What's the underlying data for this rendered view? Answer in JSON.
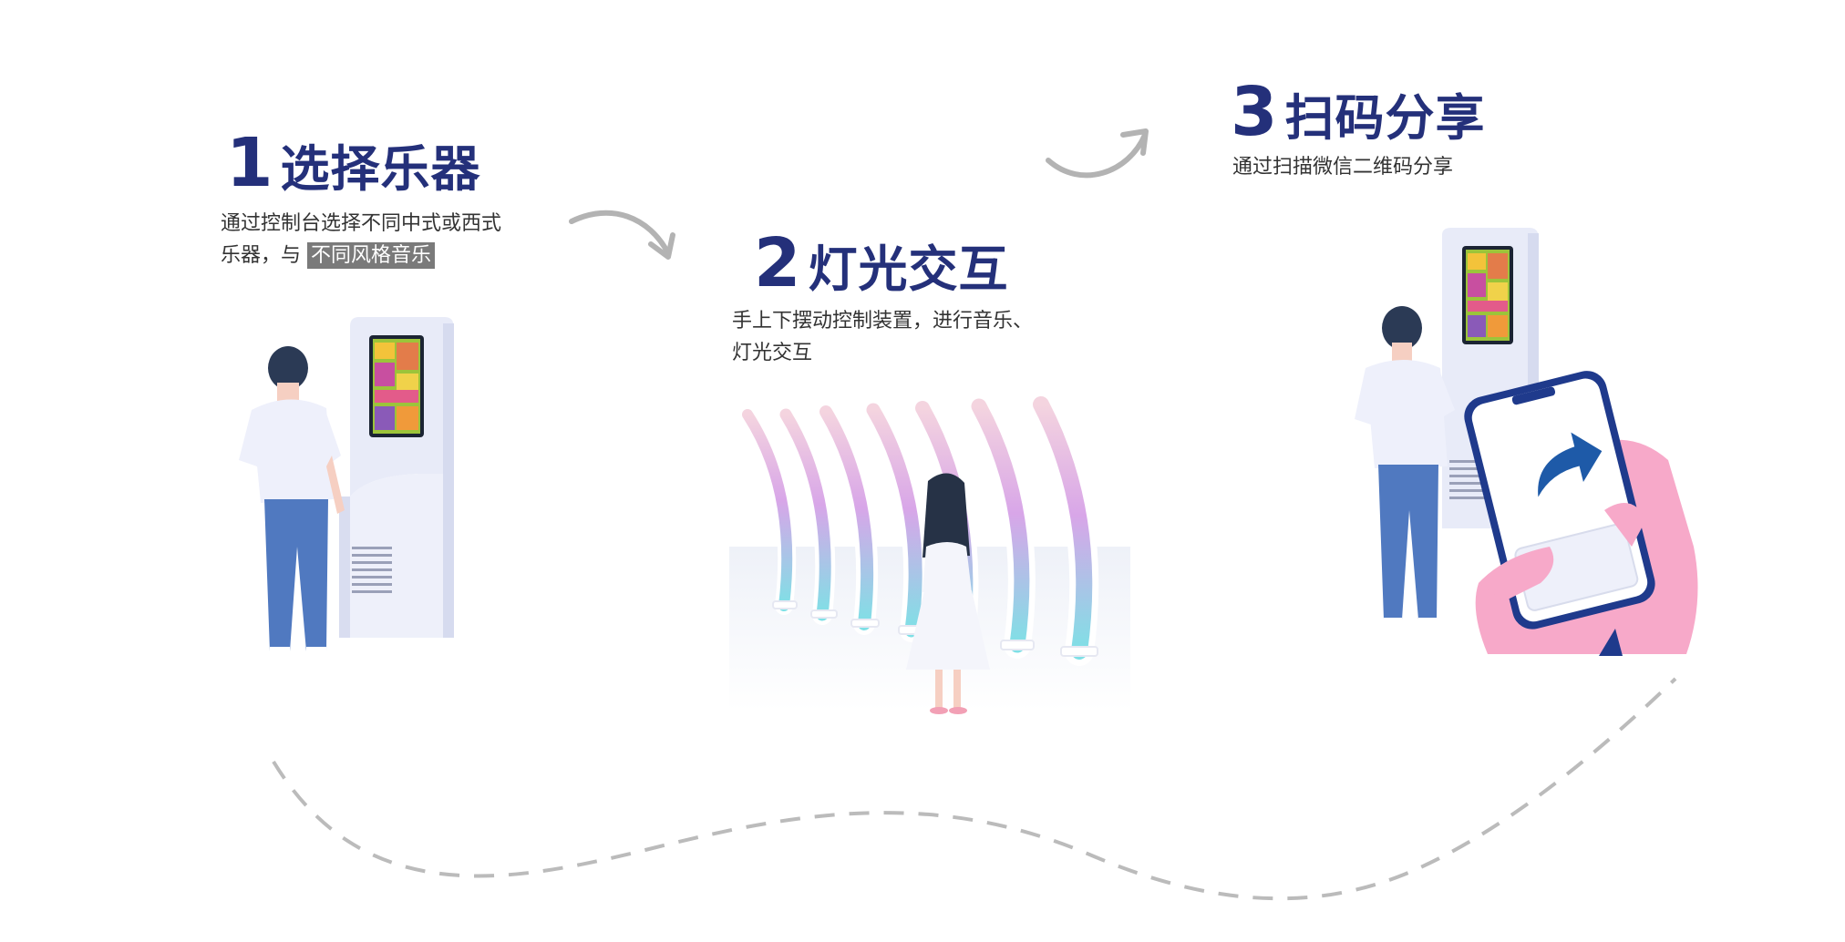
{
  "steps": [
    {
      "number": "1",
      "title": "选择乐器",
      "desc_line1": "通过控制台选择不同中式或西式",
      "desc_line2_prefix": "乐器，与",
      "desc_line2_highlight": "不同风格音乐"
    },
    {
      "number": "2",
      "title": "灯光交互",
      "desc_line1": "手上下摆动控制装置，进行音乐、",
      "desc_line2": "灯光交互"
    },
    {
      "number": "3",
      "title": "扫码分享",
      "desc_line1": "通过扫描微信二维码分享"
    }
  ],
  "colors": {
    "title": "#24307a",
    "arrow": "#b3b3b3",
    "shirt": "#eef0fb",
    "pants": "#5079c0",
    "hair": "#2b3a55",
    "skin": "#f6cfc2",
    "kiosk": "#e4e7f7",
    "hand": "#f7a9c9",
    "phone_frame": "#1f3a8c",
    "share_arrow": "#1e5aa8"
  },
  "icons": [
    "curved-arrow-icon",
    "share-arrow-icon",
    "dashed-path"
  ]
}
